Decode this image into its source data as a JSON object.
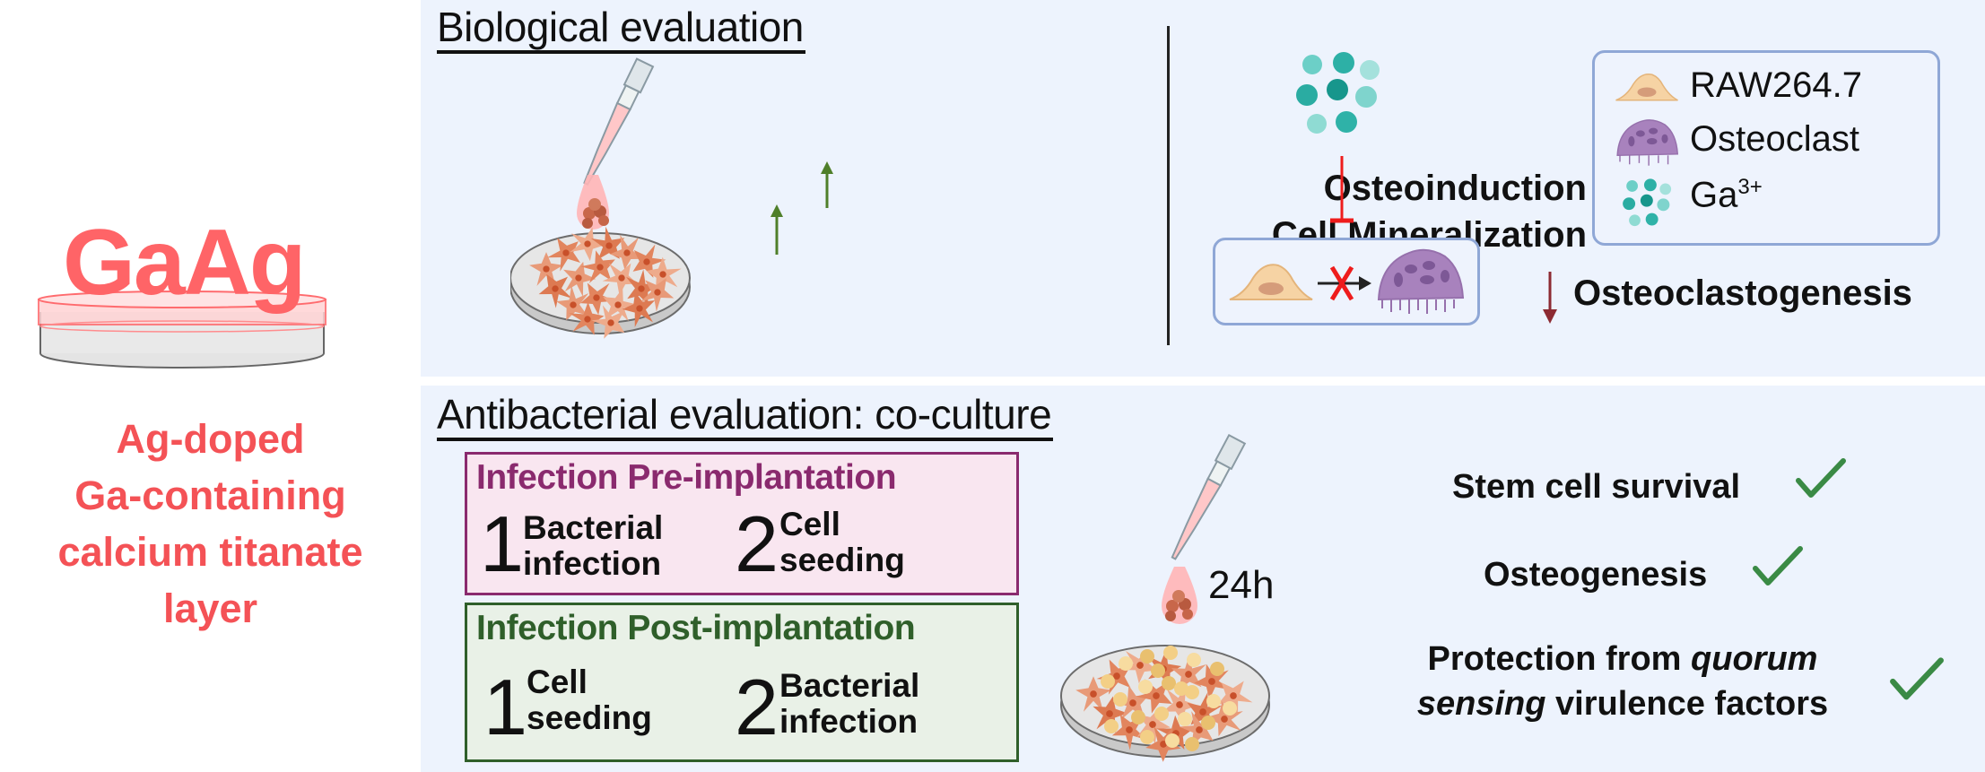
{
  "left": {
    "logo_text": "GaAg",
    "description_lines": [
      "Ag-doped",
      "Ga-containing",
      "calcium titanate",
      "layer"
    ]
  },
  "biological": {
    "heading": "Biological evaluation",
    "effects_up": [
      "Osteoinduction",
      "Cell Mineralization"
    ],
    "effect_down": "Osteoclastogenesis",
    "legend": [
      {
        "icon": "raw-macrophage-cell-icon",
        "label": "RAW264.7"
      },
      {
        "icon": "osteoclast-cell-icon",
        "label": "Osteoclast"
      },
      {
        "icon": "gallium-ion-cluster-icon",
        "label": "Ga",
        "superscript": "3+"
      }
    ]
  },
  "antibacterial": {
    "heading": "Antibacterial evaluation: co-culture",
    "pre": {
      "title": "Infection Pre-implantation",
      "steps": [
        {
          "num": "1",
          "line1": "Bacterial",
          "line2": "infection"
        },
        {
          "num": "2",
          "line1": "Cell",
          "line2": "seeding"
        }
      ]
    },
    "post": {
      "title": "Infection Post-implantation",
      "steps": [
        {
          "num": "1",
          "line1": "Cell",
          "line2": "seeding"
        },
        {
          "num": "2",
          "line1": "Bacterial",
          "line2": "infection"
        }
      ]
    },
    "incubation": "24h",
    "results": {
      "r1": "Stem cell survival",
      "r2": "Osteogenesis",
      "r3_a": "Protection from ",
      "r3_b": "quorum",
      "r3_c": "sensing",
      "r3_d": " virulence factors"
    }
  },
  "colors": {
    "panel_bg": "#edf3fd",
    "brand_red": "#ff6467",
    "pre_title": "#8a2a6e",
    "pre_bg": "#f9e6f0",
    "post_title": "#2f5f2a",
    "post_bg": "#e9f1e7",
    "up_arrow": "#4f7f2a",
    "down_arrow": "#8c2a32",
    "check": "#3a8a45",
    "inhibit": "#ee1c1c"
  }
}
